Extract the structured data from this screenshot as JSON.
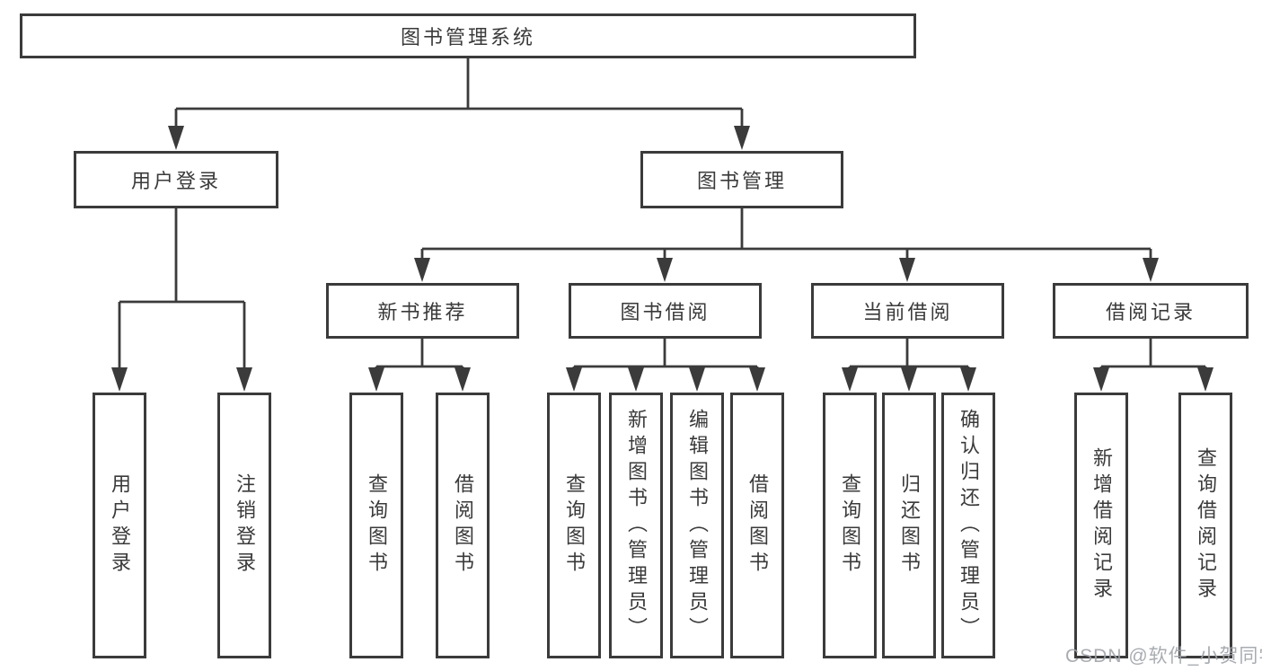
{
  "colors": {
    "line": "#3b3b3b",
    "border": "#3b3b3b",
    "text": "#3a3a3a",
    "background": "#ffffff",
    "watermark": "#9ea3a9"
  },
  "watermark": {
    "text": "CSDN @软件_小贺同学"
  },
  "diagram": {
    "type": "hierarchy-tree",
    "root": {
      "label": "图书管理系统"
    },
    "branches": [
      {
        "label": "用户登录",
        "children": [
          {
            "label": "用户登录"
          },
          {
            "label": "注销登录"
          }
        ]
      },
      {
        "label": "图书管理",
        "children": [
          {
            "label": "新书推荐",
            "children": [
              {
                "label": "查询图书"
              },
              {
                "label": "借阅图书"
              }
            ]
          },
          {
            "label": "图书借阅",
            "children": [
              {
                "label": "查询图书"
              },
              {
                "label": "新增图书（管理员）"
              },
              {
                "label": "编辑图书（管理员）"
              },
              {
                "label": "借阅图书"
              }
            ]
          },
          {
            "label": "当前借阅",
            "children": [
              {
                "label": "查询图书"
              },
              {
                "label": "归还图书"
              },
              {
                "label": "确认归还（管理员）"
              }
            ]
          },
          {
            "label": "借阅记录",
            "children": [
              {
                "label": "新增借阅记录"
              },
              {
                "label": "查询借阅记录"
              }
            ]
          }
        ]
      }
    ]
  }
}
